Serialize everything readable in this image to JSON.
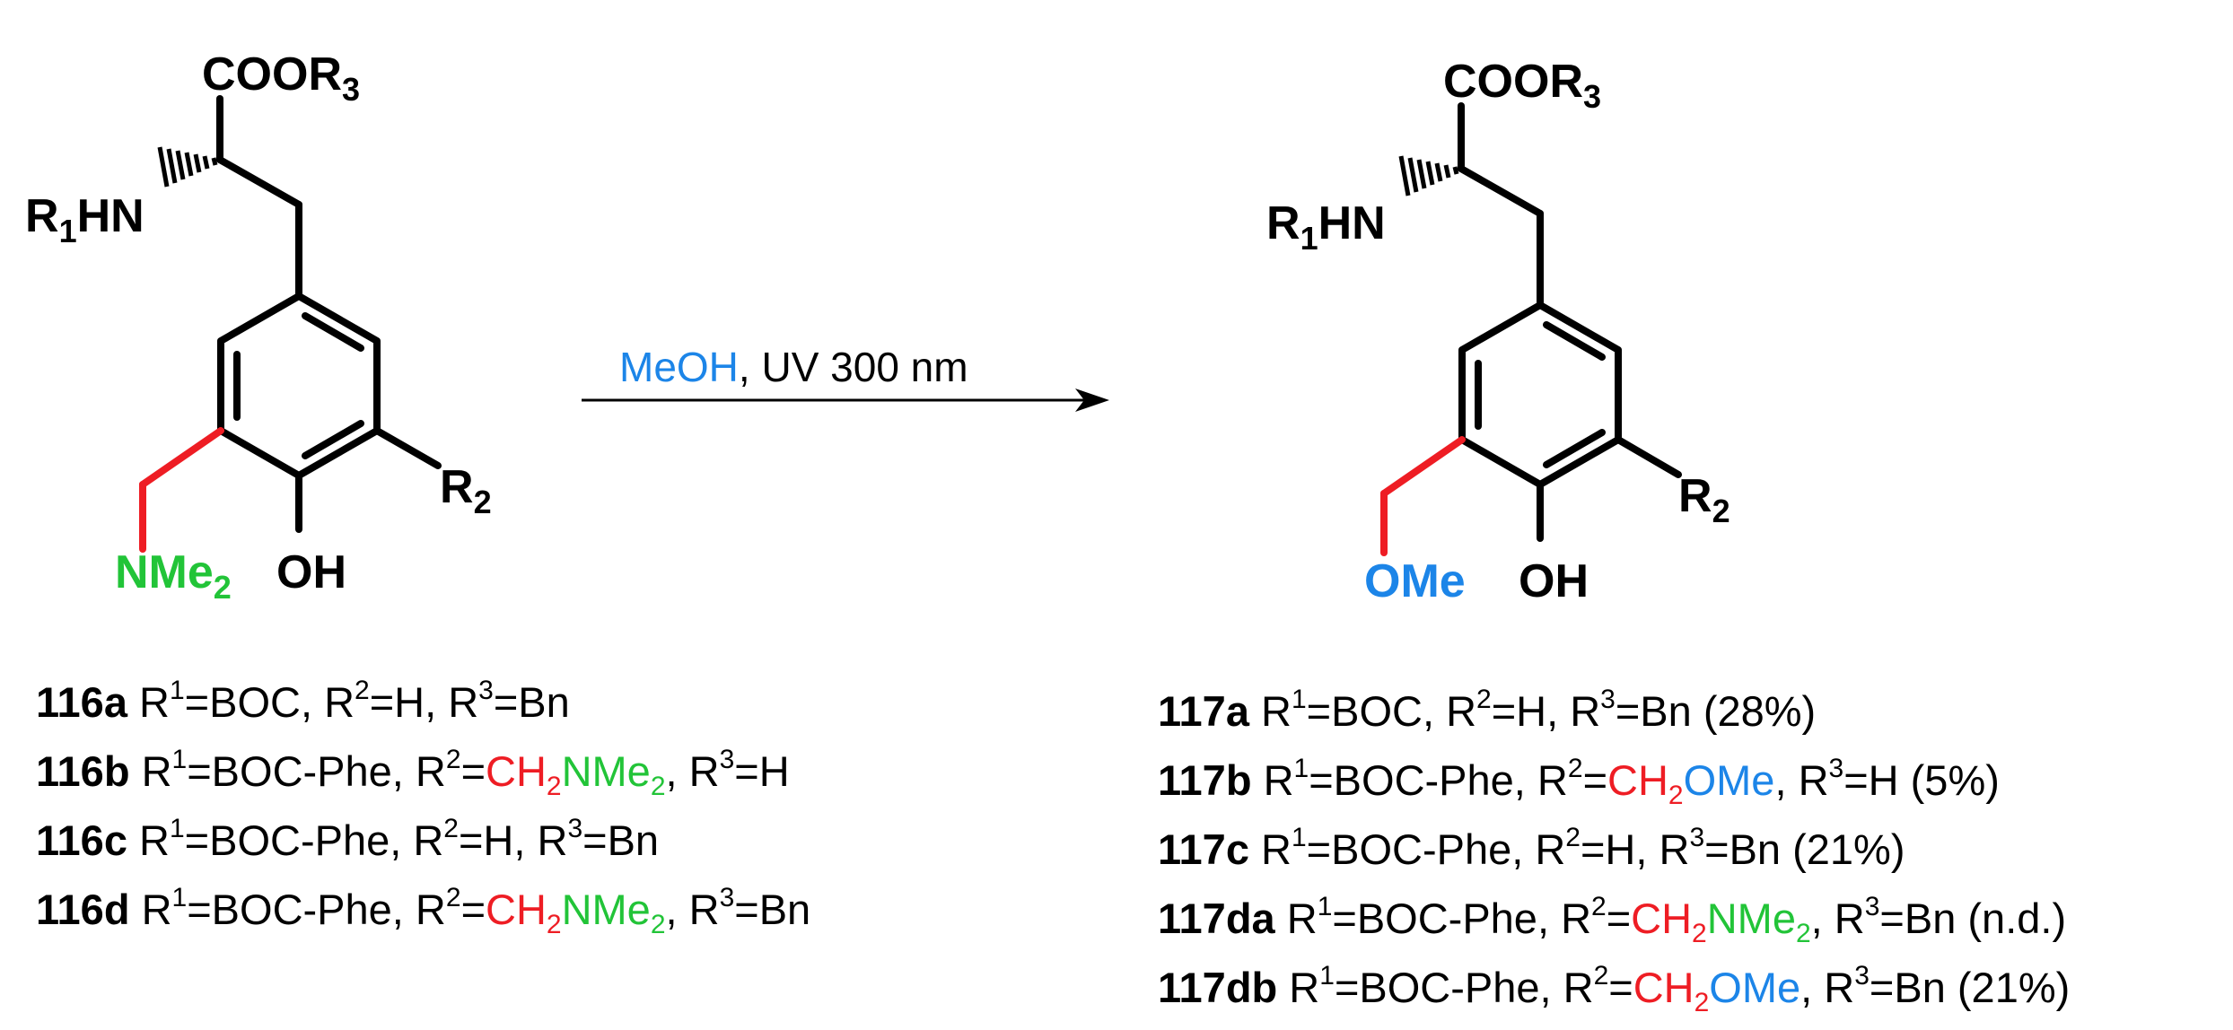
{
  "colors": {
    "black": "#000000",
    "red": "#ee1d24",
    "green": "#22c438",
    "blue": "#1c85e8"
  },
  "reaction": {
    "reagent": "MeOH",
    "sep": ", ",
    "condition": "UV 300 nm"
  },
  "reactant": {
    "cooh": "COOR",
    "cooh_sub": "3",
    "nh_r": "R",
    "nh_sub": "1",
    "nh_rest": "HN",
    "r2": "R",
    "r2_sub": "2",
    "oh": "OH",
    "amine": "NMe",
    "amine_sub": "2"
  },
  "product": {
    "cooh": "COOR",
    "cooh_sub": "3",
    "nh_r": "R",
    "nh_sub": "1",
    "nh_rest": "HN",
    "r2": "R",
    "r2_sub": "2",
    "oh": "OH",
    "ether": "OMe"
  },
  "compounds_left": [
    {
      "id": "116a",
      "r1": " R",
      "sup1": "1",
      "v1": "=BOC, R",
      "sup2": "2",
      "v2": "=H, R",
      "sup3": "3",
      "v3": "=Bn"
    },
    {
      "id": "116b",
      "r1": " R",
      "sup1": "1",
      "v1": "=BOC-Phe, R",
      "sup2": "2",
      "eq": "=",
      "ch": "CH",
      "ch_sub": "2",
      "nme": "NMe",
      "nme_sub": "2",
      "comma": ", R",
      "sup3": "3",
      "v3": "=H"
    },
    {
      "id": "116c",
      "r1": " R",
      "sup1": "1",
      "v1": "=BOC-Phe, R",
      "sup2": "2",
      "v2": "=H, R",
      "sup3": "3",
      "v3": "=Bn"
    },
    {
      "id": "116d",
      "r1": " R",
      "sup1": "1",
      "v1": "=BOC-Phe, R",
      "sup2": "2",
      "eq": "=",
      "ch": "CH",
      "ch_sub": "2",
      "nme": "NMe",
      "nme_sub": "2",
      "comma": ", R",
      "sup3": "3",
      "v3": "=Bn"
    }
  ],
  "compounds_right": [
    {
      "id": "117a",
      "r1": " R",
      "sup1": "1",
      "v1": "=BOC, R",
      "sup2": "2",
      "v2": "=H, R",
      "sup3": "3",
      "v3": "=Bn (28%)"
    },
    {
      "id": "117b",
      "r1": " R",
      "sup1": "1",
      "v1": "=BOC-Phe, R",
      "sup2": "2",
      "eq": "=",
      "ch": "CH",
      "ch_sub": "2",
      "ome": "OMe",
      "comma": ", R",
      "sup3": "3",
      "v3": "=H (5%)"
    },
    {
      "id": "117c",
      "r1": " R",
      "sup1": "1",
      "v1": "=BOC-Phe, R",
      "sup2": "2",
      "v2": "=H, R",
      "sup3": "3",
      "v3": "=Bn (21%)"
    },
    {
      "id": "117da",
      "r1": " R",
      "sup1": "1",
      "v1": "=BOC-Phe, R",
      "sup2": "2",
      "eq": "=",
      "ch": "CH",
      "ch_sub": "2",
      "nme": "NMe",
      "nme_sub": "2",
      "comma": ", R",
      "sup3": "3",
      "v3": "=Bn (n.d.)"
    },
    {
      "id": "117db",
      "r1": " R",
      "sup1": "1",
      "v1": "=BOC-Phe, R",
      "sup2": "2",
      "eq": "=",
      "ch": "CH",
      "ch_sub": "2",
      "ome": "OMe",
      "comma": ", R",
      "sup3": "3",
      "v3": "=Bn (21%)"
    }
  ]
}
